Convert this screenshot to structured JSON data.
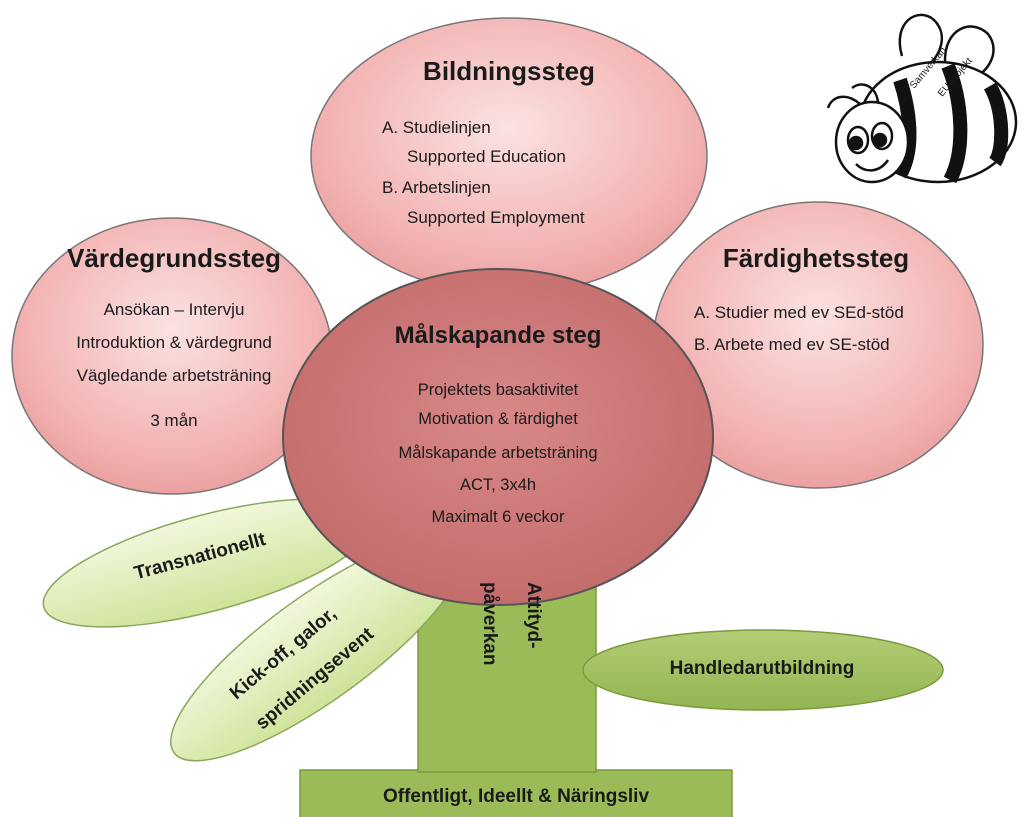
{
  "petals": {
    "top": {
      "title": "Bildningssteg",
      "lines": [
        "A.  Studielinjen",
        "Supported Education",
        "B.  Arbetslinjen",
        "Supported Employment"
      ]
    },
    "left": {
      "title": "Värdegrundssteg",
      "lines": [
        "Ansökan – Intervju",
        "Introduktion & värdegrund",
        "Vägledande arbetsträning",
        "3 mån"
      ]
    },
    "right": {
      "title": "Färdighetssteg",
      "lines": [
        "A.  Studier med ev SEd-stöd",
        "B.  Arbete med ev SE-stöd"
      ]
    }
  },
  "center": {
    "title": "Målskapande steg",
    "lines": [
      "Projektets basaktivitet",
      "Motivation & färdighet",
      "Målskapande arbetsträning",
      "ACT, 3x4h",
      "Maximalt 6 veckor"
    ]
  },
  "leaves": {
    "upper_left": "Transnationellt",
    "lower_left": [
      "Kick-off, galor,",
      "spridningsevent"
    ],
    "right": "Handledarutbildning"
  },
  "stem": {
    "line1": "Attityd-",
    "line2": "påverkan"
  },
  "base": {
    "label": "Offentligt, Ideellt & Näringsliv"
  },
  "bee": {
    "line1": "Samverkan",
    "line2": "EU-projekt"
  },
  "colors": {
    "petal_fill": "#f4b6b6",
    "center_fill": "#c97070",
    "leaf_fill": "#d7e8a8",
    "stem_fill": "#9bbb59",
    "outline": "#6b6b6b"
  }
}
